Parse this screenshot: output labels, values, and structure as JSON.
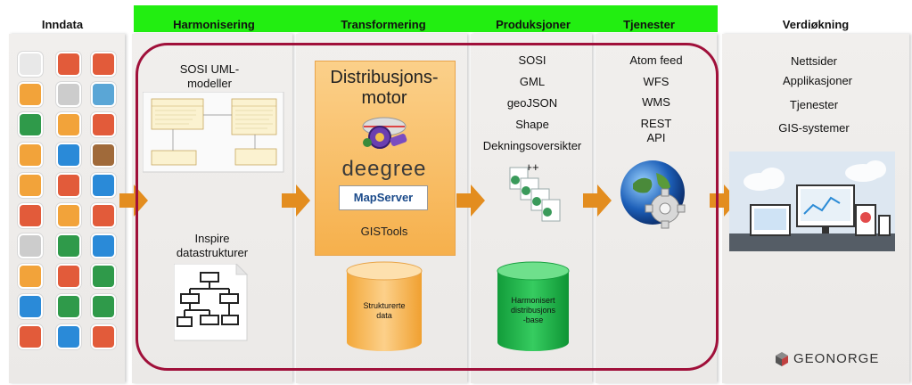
{
  "headers": {
    "inndata": "Inndata",
    "harmonisering": "Harmonisering",
    "transformering": "Transformering",
    "produksjoner": "Produksjoner",
    "tjenester": "Tjenester",
    "verdiokning": "Verdiøkning"
  },
  "harmonisering": {
    "sosi_uml": [
      "SOSI UML-",
      "modeller"
    ],
    "inspire": [
      "Inspire",
      "datastrukturer"
    ]
  },
  "transformering": {
    "engine_title": [
      "Distribusjons-",
      "motor"
    ],
    "deegree": "deegree",
    "mapserver": "MapServer",
    "gistools": "GISTools",
    "cylinder_label": [
      "Strukturerte",
      "data"
    ]
  },
  "produksjoner": {
    "formats": [
      "SOSI",
      "GML",
      "geoJSON",
      "Shape",
      "Dekningsoversikter",
      "++"
    ],
    "cylinder_label": [
      "Harmonisert",
      "distribusjons",
      "-base"
    ]
  },
  "tjenester": {
    "items": [
      "Atom feed",
      "WFS",
      "WMS",
      "REST",
      "API"
    ]
  },
  "verdiokning": {
    "items": [
      "Nettsider",
      "Applikasjoner",
      "Tjenester",
      "GIS-systemer"
    ]
  },
  "logo": "GEONORGE",
  "colors": {
    "band": "#22ee11",
    "frame": "#a0103a",
    "arrow": "#e38d1f",
    "orange_box": "#f6b04c",
    "cylinder_orange": "#f5b040",
    "cylinder_green": "#1ab84a"
  }
}
